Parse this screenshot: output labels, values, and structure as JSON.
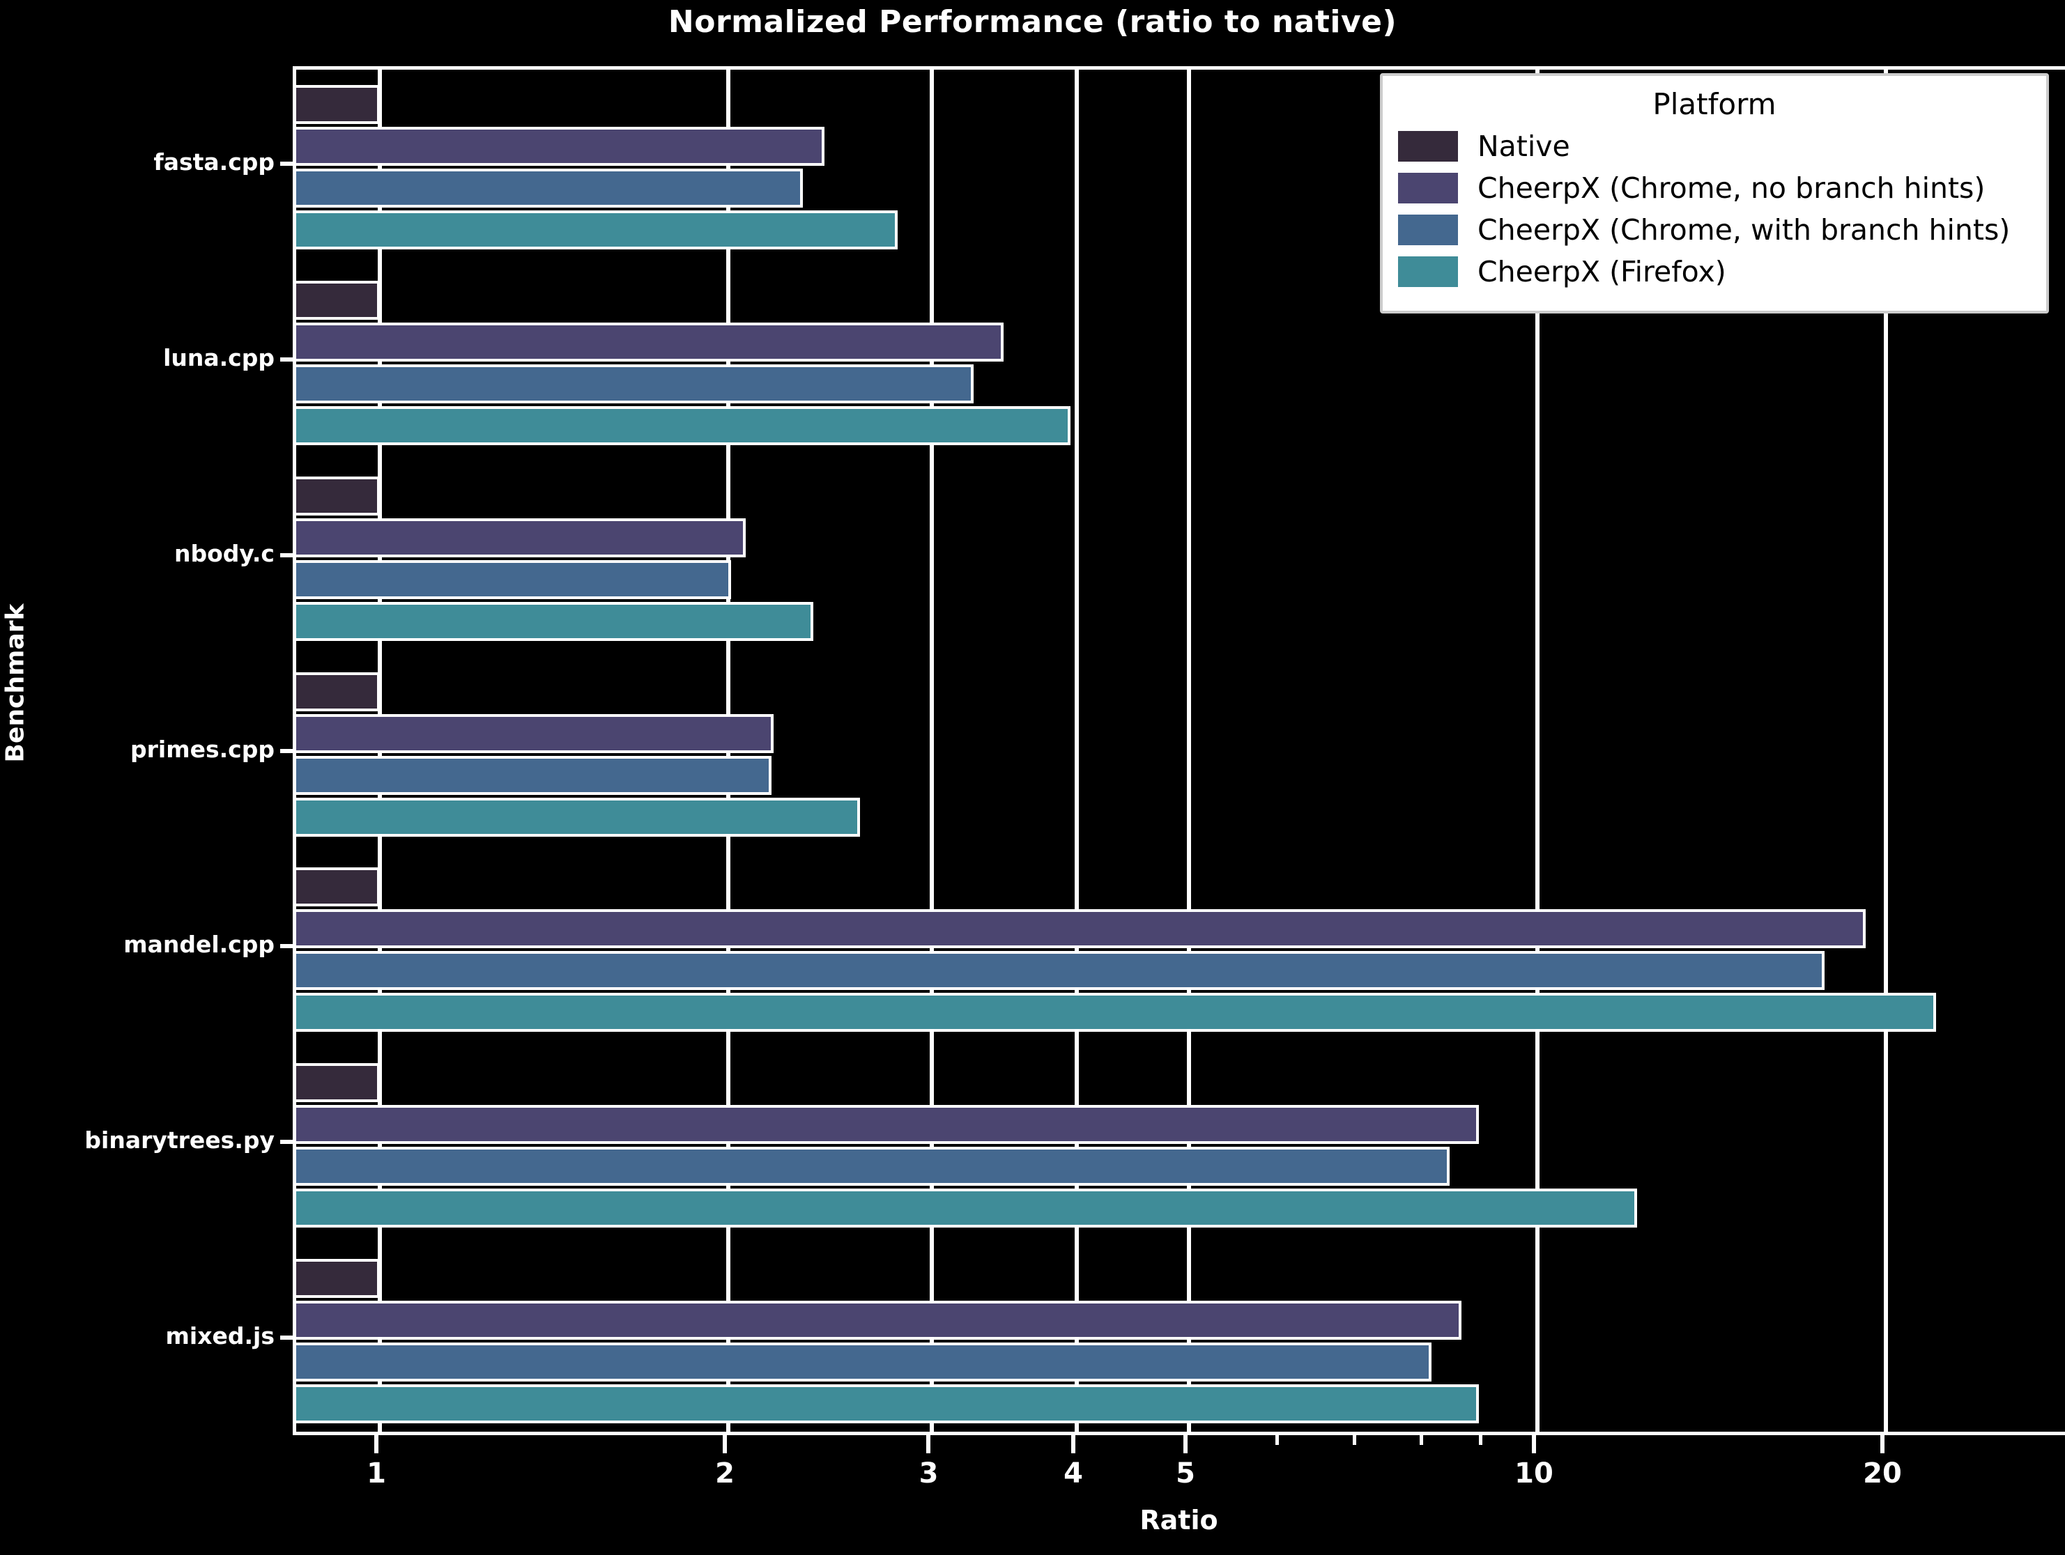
{
  "chart_data": {
    "type": "bar",
    "orientation": "horizontal",
    "title": "Normalized Performance (ratio to native)",
    "xlabel": "Ratio",
    "ylabel": "Benchmark",
    "xscale": "log",
    "xlim": [
      0.8,
      26
    ],
    "grid": true,
    "legend_position": "upper right",
    "legend_title": "Platform",
    "categories": [
      "fasta.cpp",
      "luna.cpp",
      "nbody.c",
      "primes.cpp",
      "mandel.cpp",
      "binarytrees.py",
      "mixed.js"
    ],
    "series": [
      {
        "name": "Native",
        "color": "#352a3b",
        "values": [
          1.0,
          1.0,
          1.0,
          1.0,
          1.0,
          1.0,
          1.0
        ]
      },
      {
        "name": "CheerpX (Chrome, no branch hints)",
        "color": "#4b4570",
        "values": [
          2.42,
          3.46,
          2.07,
          2.19,
          19.2,
          8.9,
          8.6
        ]
      },
      {
        "name": "CheerpX (Chrome, with branch hints)",
        "color": "#44688f",
        "values": [
          2.32,
          3.26,
          2.01,
          2.18,
          17.7,
          8.4,
          8.1
        ]
      },
      {
        "name": "CheerpX (Firefox)",
        "color": "#3f8c98",
        "values": [
          2.8,
          3.95,
          2.37,
          2.6,
          22.1,
          12.2,
          8.9
        ]
      }
    ],
    "xticks": [
      {
        "value": 1,
        "label": "1",
        "major": true
      },
      {
        "value": 2,
        "label": "2",
        "major": true
      },
      {
        "value": 3,
        "label": "3",
        "major": true
      },
      {
        "value": 4,
        "label": "4",
        "major": true
      },
      {
        "value": 5,
        "label": "5",
        "major": true
      },
      {
        "value": 6,
        "label": "",
        "major": false
      },
      {
        "value": 7,
        "label": "",
        "major": false
      },
      {
        "value": 8,
        "label": "",
        "major": false
      },
      {
        "value": 9,
        "label": "",
        "major": false
      },
      {
        "value": 10,
        "label": "10",
        "major": true
      },
      {
        "value": 20,
        "label": "20",
        "major": true
      }
    ]
  },
  "legend": {
    "title": "Platform",
    "entries": [
      {
        "label": "Native",
        "color": "#352a3b"
      },
      {
        "label": "CheerpX (Chrome, no branch hints)",
        "color": "#4b4570"
      },
      {
        "label": "CheerpX (Chrome, with branch hints)",
        "color": "#44688f"
      },
      {
        "label": "CheerpX (Firefox)",
        "color": "#3f8c98"
      }
    ]
  },
  "theme": {
    "background": "#000000",
    "foreground": "#ffffff",
    "gridline": "#ffffff",
    "legend_background": "#ffffff",
    "legend_text": "#000000"
  }
}
